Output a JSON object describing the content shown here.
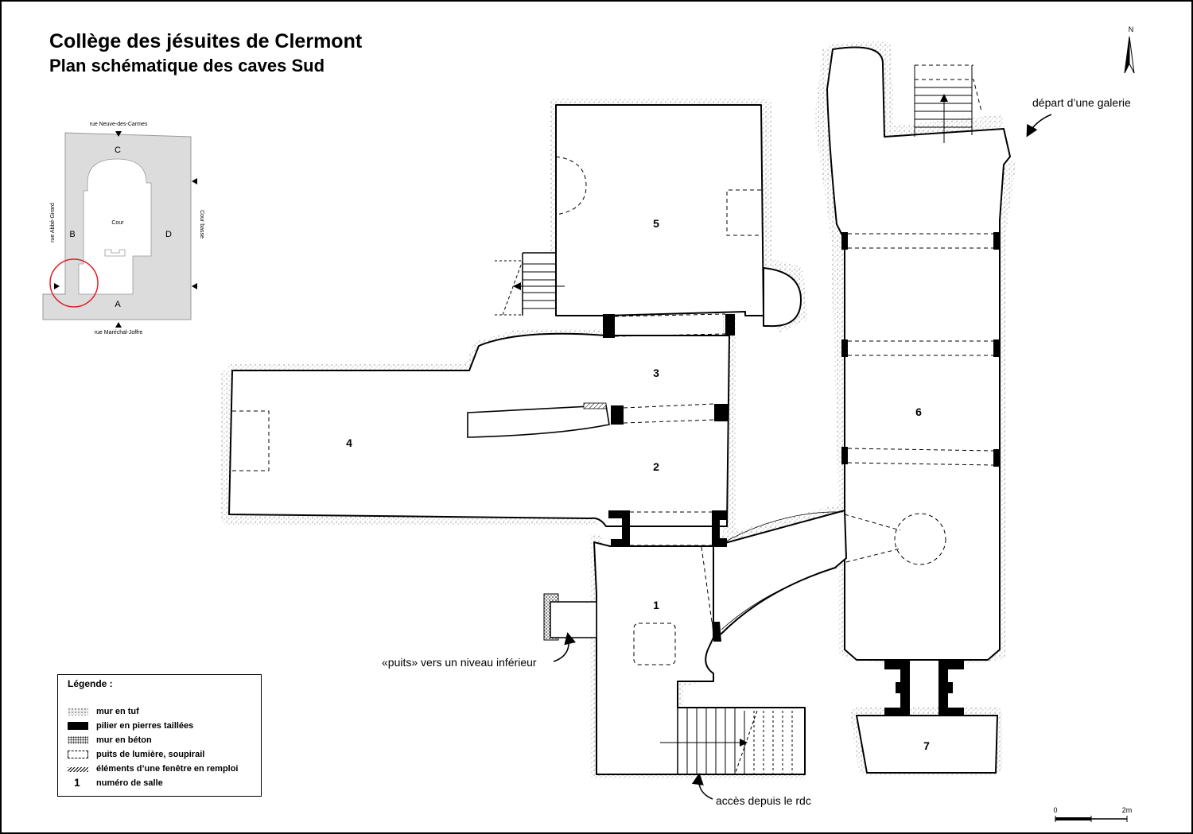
{
  "title": {
    "line1": "Collège des jésuites de Clermont",
    "line2": "Plan schématique des caves Sud"
  },
  "north": "N",
  "rooms": [
    "1",
    "2",
    "3",
    "4",
    "5",
    "6",
    "7"
  ],
  "annotations": {
    "gallery": "départ d’une galerie",
    "well": "«puits» vers un niveau inférieur",
    "access": "accès depuis le rdc"
  },
  "inset": {
    "streets": {
      "top": "rue Neuve-des-Carmes",
      "bottom": "rue Maréchal-Joffre",
      "left": "rue Abbé-Girard",
      "right": "Cour basse"
    },
    "wings": {
      "A": "A",
      "B": "B",
      "C": "C",
      "D": "D"
    },
    "court": "Cour",
    "highlight_color": "#e0202a"
  },
  "legend": {
    "title": "Légende :",
    "items": [
      {
        "key": "tuf",
        "label": "mur en tuf"
      },
      {
        "key": "pilier",
        "label": "pilier en pierres taillées"
      },
      {
        "key": "beton",
        "label": "mur en béton"
      },
      {
        "key": "puits",
        "label": "puits de lumière, soupirail"
      },
      {
        "key": "fenetre",
        "label": "éléments d’une fenêtre en remploi"
      },
      {
        "key": "numero",
        "label": "numéro de salle",
        "symbol": "1"
      }
    ]
  },
  "scale": {
    "start": "0",
    "end": "2m"
  }
}
